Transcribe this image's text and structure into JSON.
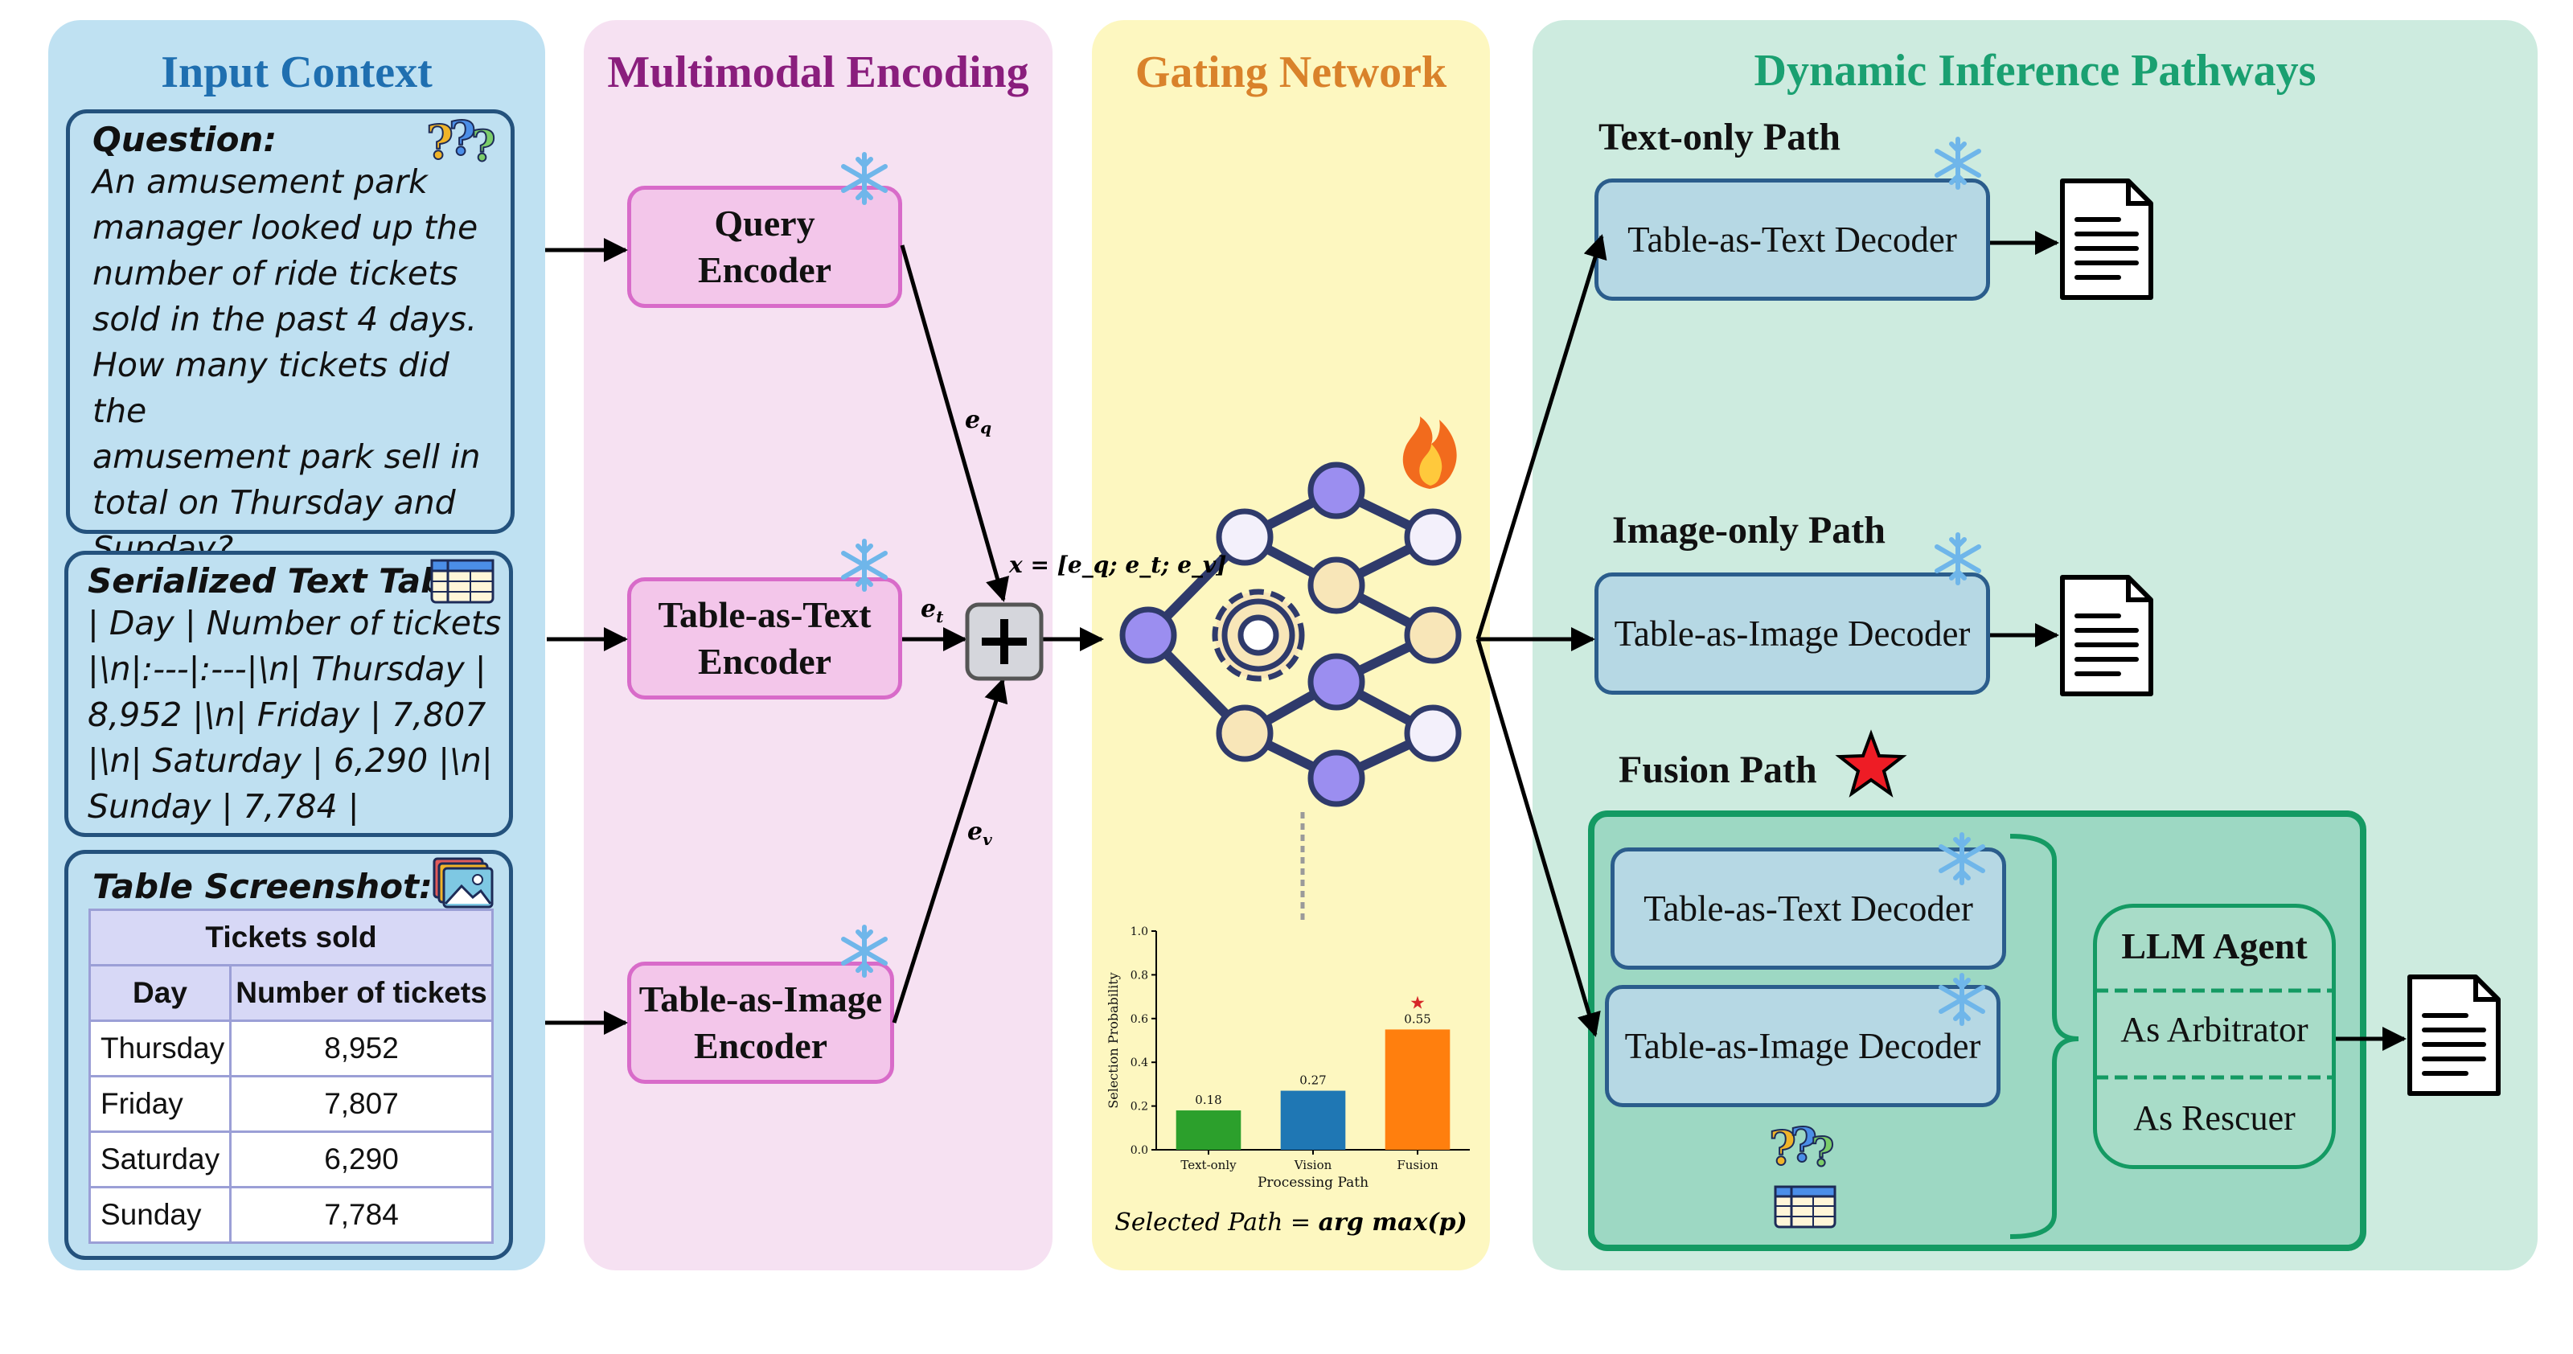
{
  "panels": {
    "input_title": "Input Context",
    "encoding_title": "Multimodal Encoding",
    "gating_title": "Gating Network",
    "pathways_title": "Dynamic Inference Pathways"
  },
  "input": {
    "question_label": "Question:",
    "question_lines": [
      "An amusement park",
      "manager looked up the",
      "number of ride tickets",
      "sold in the past 4 days.",
      "How many tickets did the",
      "amusement park sell in",
      "total on Thursday and",
      "Sunday?"
    ],
    "serialized_label": "Serialized Text Table:",
    "serialized_lines": [
      "| Day | Number of tickets",
      "|\\n|:---|:---|\\n| Thursday |",
      "8,952 |\\n| Friday | 7,807",
      "|\\n| Saturday | 6,290 |\\n|",
      "Sunday | 7,784 |"
    ],
    "screenshot_label": "Table Screenshot:",
    "table": {
      "caption": "Tickets sold",
      "headers": [
        "Day",
        "Number of tickets"
      ],
      "rows": [
        [
          "Thursday",
          "8,952"
        ],
        [
          "Friday",
          "7,807"
        ],
        [
          "Saturday",
          "6,290"
        ],
        [
          "Sunday",
          "7,784"
        ]
      ]
    }
  },
  "encoders": {
    "query": [
      "Query",
      "Encoder"
    ],
    "text": [
      "Table-as-Text",
      "Encoder"
    ],
    "image": [
      "Table-as-Image",
      "Encoder"
    ]
  },
  "embeddings": {
    "eq": "e",
    "eq_sub": "q",
    "et": "e",
    "et_sub": "t",
    "ev": "e",
    "ev_sub": "v",
    "concat": "x = [e_q; e_t; e_v]"
  },
  "gating": {
    "formula_prefix": "Selected Path = ",
    "formula_rest": "arg max(p)"
  },
  "chart_data": {
    "type": "bar",
    "categories": [
      "Text-only",
      "Vision",
      "Fusion"
    ],
    "values": [
      0.18,
      0.27,
      0.55
    ],
    "value_labels": [
      "0.18",
      "0.27",
      "0.55"
    ],
    "colors": [
      "#2ca02c",
      "#1f77b4",
      "#ff7f0e"
    ],
    "xlabel": "Processing Path",
    "ylabel": "Selection Probability",
    "ylim": [
      0,
      1.0
    ],
    "yticks": [
      "0.0",
      "0.2",
      "0.4",
      "0.6",
      "0.8",
      "1.0"
    ],
    "highlight": "Fusion"
  },
  "pathways": {
    "text_only_label": "Text-only Path",
    "text_only_decoder": "Table-as-Text Decoder",
    "image_only_label": "Image-only Path",
    "image_only_decoder": "Table-as-Image Decoder",
    "fusion_label": "Fusion Path",
    "fusion_text_decoder": "Table-as-Text Decoder",
    "fusion_image_decoder": "Table-as-Image Decoder",
    "llm_agent": "LLM Agent",
    "arbitrator": "As Arbitrator",
    "rescuer": "As Rescuer"
  },
  "colors": {
    "input_panel": "#bfe1f2",
    "encoding_panel": "#f6e1f2",
    "gating_panel": "#fdf7c0",
    "pathways_panel": "#cdebdf",
    "fusion_border": "#149a63"
  }
}
